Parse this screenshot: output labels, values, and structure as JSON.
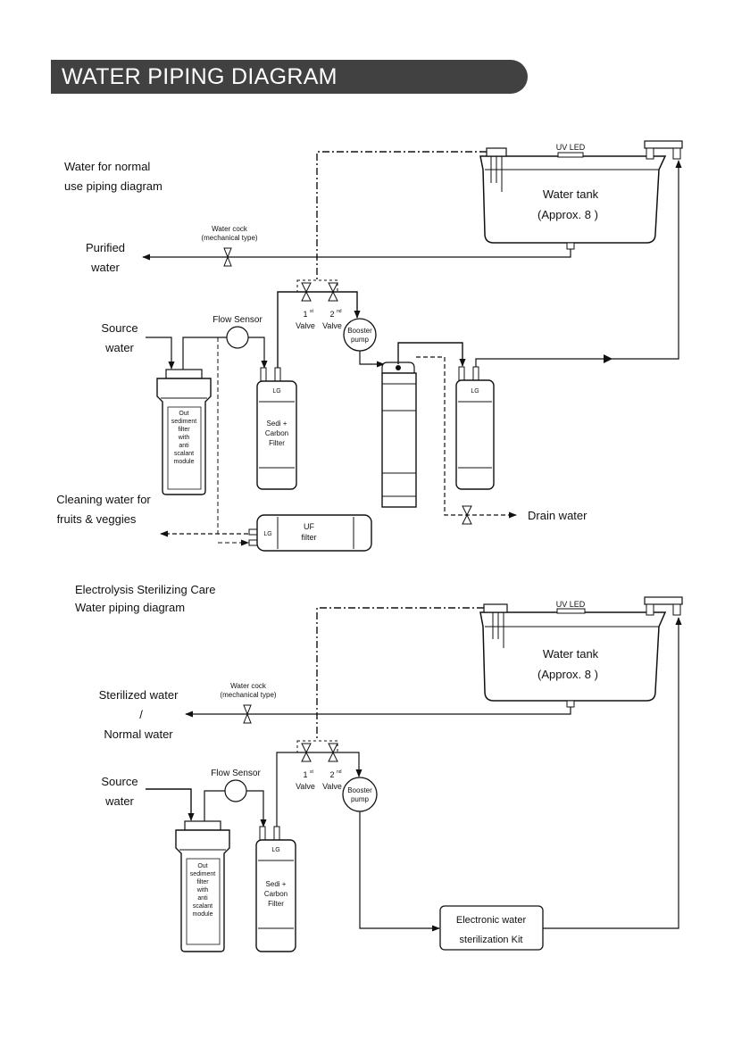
{
  "title": "WATER PIPING DIAGRAM",
  "diagram1": {
    "caption_line1": "Water for normal",
    "caption_line2": "use piping diagram",
    "uv_led": "UV LED",
    "tank_line1": "Water tank",
    "tank_line2": "(Approx. 8        )",
    "water_cock_line1": "Water cock",
    "water_cock_line2": "(mechanical type)",
    "purified_line1": "Purified",
    "purified_line2": "water",
    "source_line1": "Source",
    "source_line2": "water",
    "flow_sensor": "Flow Sensor",
    "valve1_num": "1",
    "valve1_sup": "st",
    "valve2_num": "2",
    "valve2_sup": "nd",
    "valve_label": "Valve",
    "booster_line1": "Booster",
    "booster_line2": "pump",
    "sediment_lines": [
      "Out",
      "sediment",
      "filter",
      "with",
      "anti",
      "scalant",
      "module"
    ],
    "sedi_lines": [
      "Sedi +",
      "Carbon",
      "Filter"
    ],
    "cleaning_line1": "Cleaning water for",
    "cleaning_line2": "fruits & veggies",
    "uf_line1": "UF",
    "uf_line2": "filter",
    "drain": "Drain water",
    "brand": "LG"
  },
  "diagram2": {
    "caption_line1": "Electrolysis Sterilizing Care",
    "caption_line2": "Water piping diagram",
    "uv_led": "UV LED",
    "tank_line1": "Water tank",
    "tank_line2": "(Approx. 8        )",
    "water_cock_line1": "Water cock",
    "water_cock_line2": "(mechanical type)",
    "sterilized_line1": "Sterilized water",
    "sterilized_line2": "/",
    "sterilized_line3": "Normal water",
    "source_line1": "Source",
    "source_line2": "water",
    "flow_sensor": "Flow Sensor",
    "valve1_num": "1",
    "valve1_sup": "st",
    "valve2_num": "2",
    "valve2_sup": "nd",
    "valve_label": "Valve",
    "booster_line1": "Booster",
    "booster_line2": "pump",
    "sediment_lines": [
      "Out",
      "sediment",
      "filter",
      "with",
      "anti",
      "scalant",
      "module"
    ],
    "sedi_lines": [
      "Sedi +",
      "Carbon",
      "Filter"
    ],
    "kit_line1": "Electronic water",
    "kit_line2": "sterilization Kit",
    "brand": "LG"
  }
}
